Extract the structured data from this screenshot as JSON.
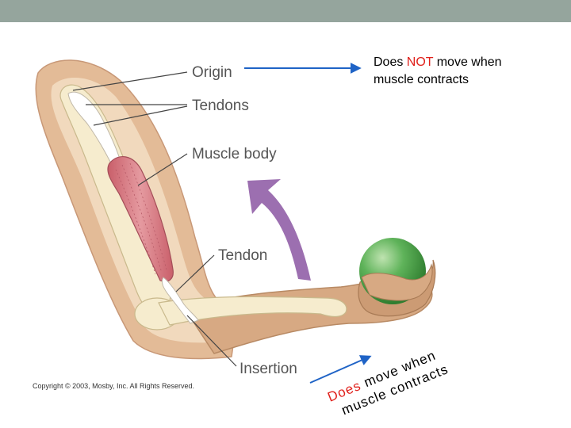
{
  "labels": {
    "origin": "Origin",
    "tendons": "Tendons",
    "muscle_body": "Muscle body",
    "tendon": "Tendon",
    "insertion": "Insertion"
  },
  "note_origin": {
    "prefix": "Does ",
    "highlight": "NOT",
    "suffix": " move when",
    "line2": "muscle contracts"
  },
  "note_insertion": {
    "line1_red": "Does ",
    "line1_black": "move when",
    "line2": "muscle contracts"
  },
  "copyright": "Copyright © 2003, Mosby, Inc. All Rights Reserved.",
  "colors": {
    "header_bar": "#95a59d",
    "arrow_blue": "#1f63c6",
    "highlight_red": "#e0201b",
    "skin": "#d9b08e",
    "bone": "#f3e8c6",
    "muscle": "#d98088",
    "ball": "#3f9a3f",
    "curved_arrow": "#9c6fb0"
  }
}
